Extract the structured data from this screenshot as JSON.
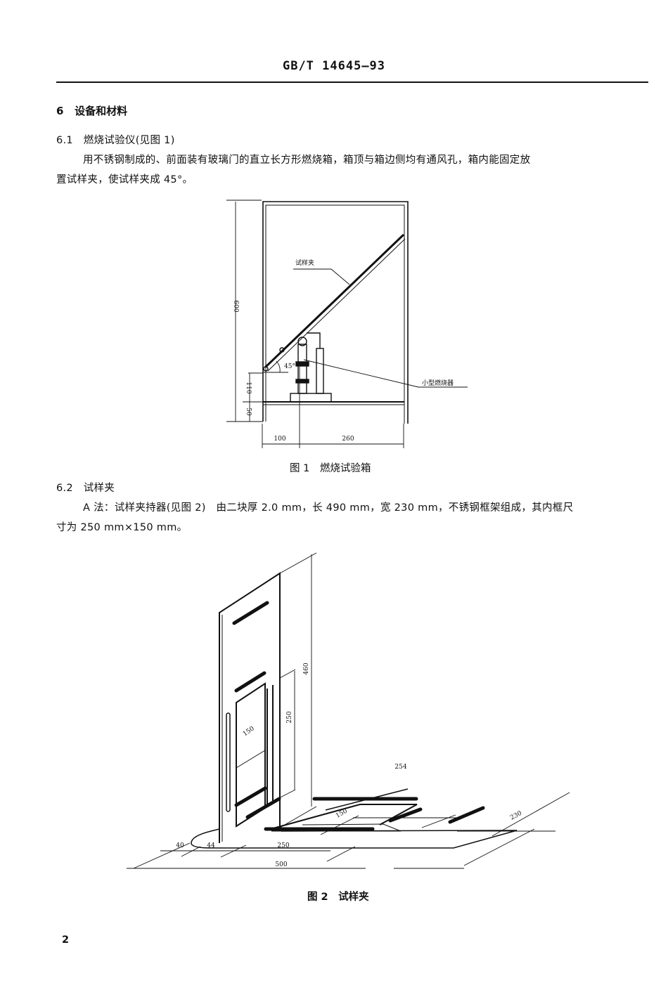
{
  "header": {
    "standard_number": "GB/T 14645—93"
  },
  "section6": {
    "number": "6",
    "title": "设备和材料"
  },
  "section6_1": {
    "number": "6.1",
    "title": "燃烧试验仪(见图 1)",
    "para_line1": "用不锈钢制成的、前面装有玻璃门的直立长方形燃烧箱，箱顶与箱边侧均有通风孔，箱内能固定放",
    "para_line2": "置试样夹，使试样夹成 45°。"
  },
  "figure1": {
    "caption": "图 1　燃烧试验箱",
    "labels": {
      "holder": "试样夹",
      "burner": "小型燃烧器",
      "angle": "45°"
    },
    "dims": {
      "height": "600",
      "d110": "110",
      "d50": "50",
      "d100": "100",
      "d260": "260"
    }
  },
  "section6_2": {
    "number": "6.2",
    "title": "试样夹",
    "para_line1": "A 法：试样夹持器(见图 2)　由二块厚 2.0 mm，长 490 mm，宽 230 mm，不锈钢框架组成，其内框尺",
    "para_line2": "寸为 250 mm×150 mm。"
  },
  "figure2": {
    "caption": "图 2　试样夹",
    "dims": {
      "d460": "460",
      "d250v": "250",
      "d150v": "150",
      "d254": "254",
      "d150h": "150",
      "d230": "230",
      "d40": "40",
      "d44": "44",
      "d250h": "250",
      "d500": "500"
    }
  },
  "footer": {
    "page_number": "2"
  }
}
